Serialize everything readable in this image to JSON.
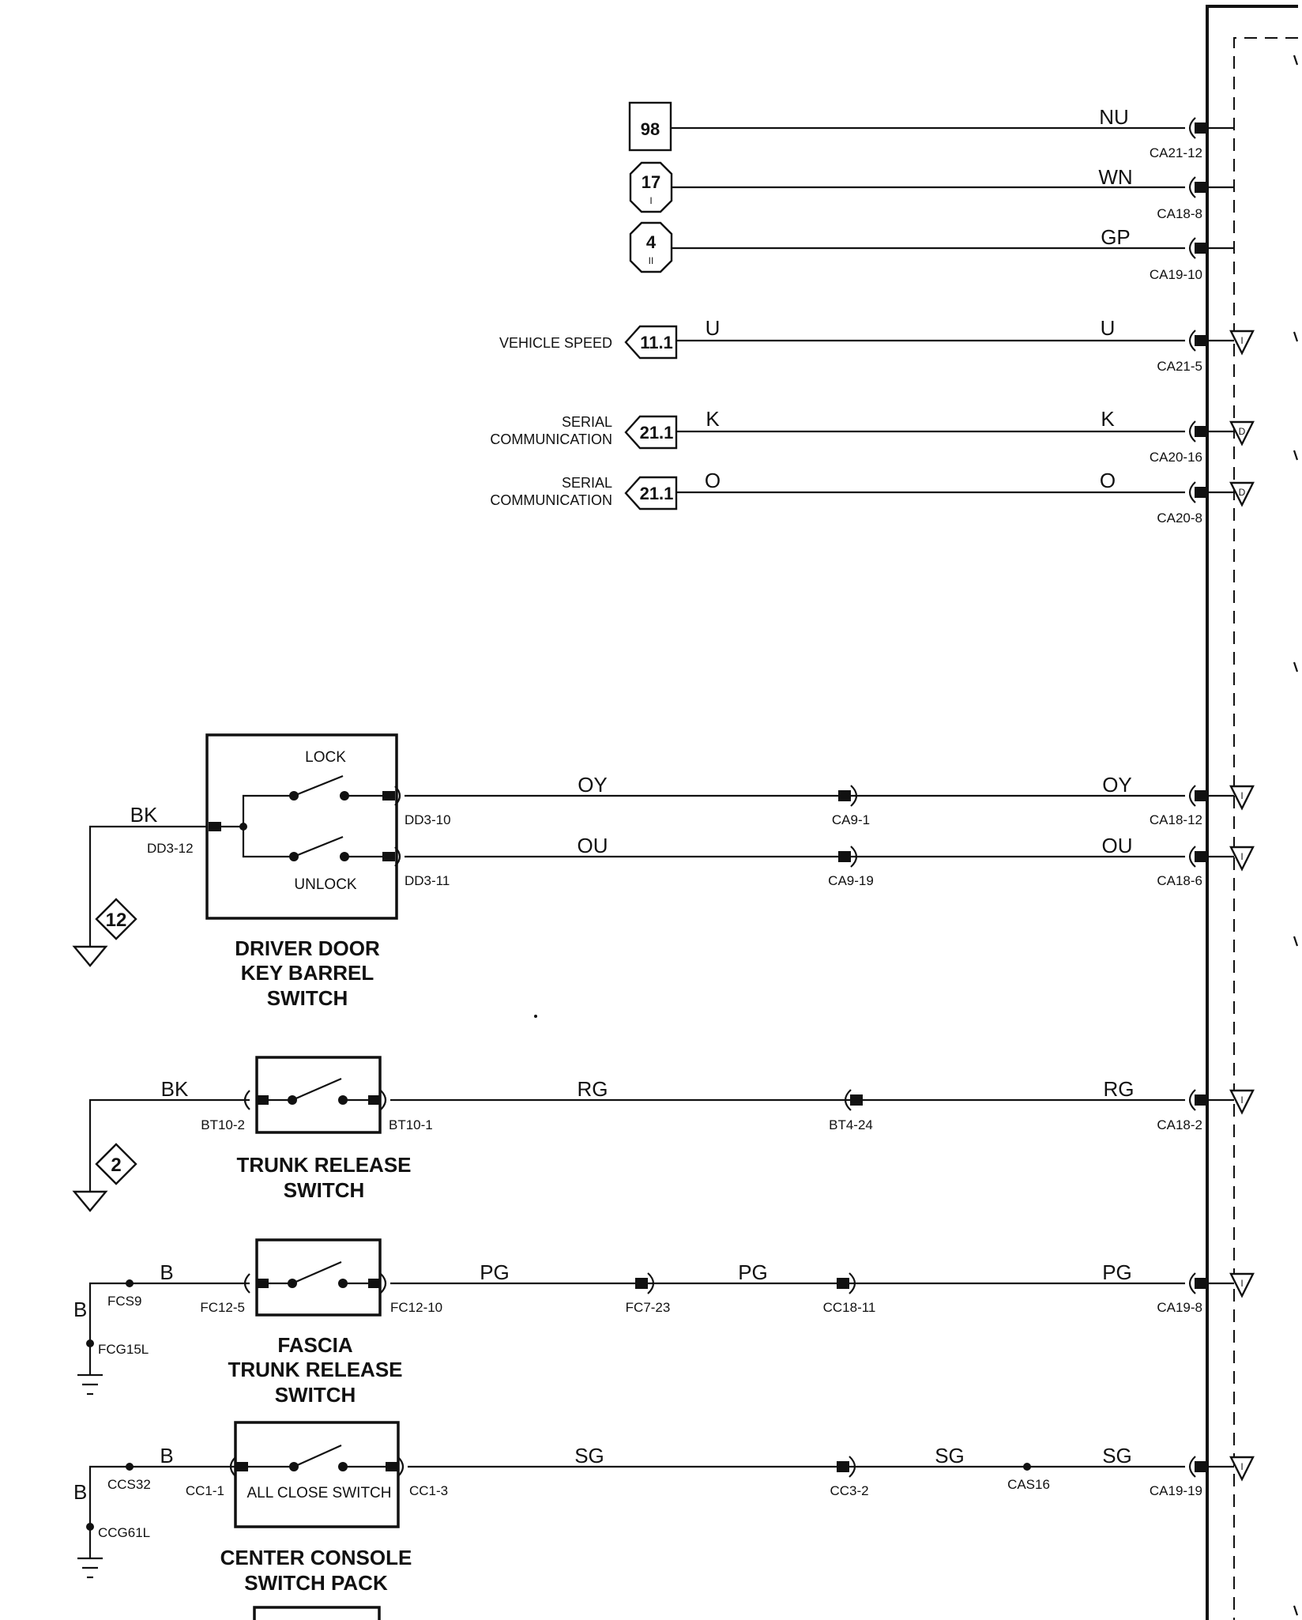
{
  "references": [
    {
      "id": "ref-98",
      "shape": "square",
      "label": "98",
      "sub": ""
    },
    {
      "id": "ref-17",
      "shape": "octagon",
      "label": "17",
      "sub": "I"
    },
    {
      "id": "ref-4",
      "shape": "octagon",
      "label": "4",
      "sub": "II"
    },
    {
      "id": "ref-11-1",
      "shape": "arrow",
      "label": "11.1",
      "sub": ""
    },
    {
      "id": "ref-21-1-a",
      "shape": "arrow",
      "label": "21.1",
      "sub": ""
    },
    {
      "id": "ref-21-1-b",
      "shape": "arrow",
      "label": "21.1",
      "sub": ""
    }
  ],
  "signals": [
    {
      "lines": [
        "VEHICLE SPEED"
      ]
    },
    {
      "lines": [
        "SERIAL",
        "COMMUNICATION"
      ]
    },
    {
      "lines": [
        "SERIAL",
        "COMMUNICATION"
      ]
    }
  ],
  "wire_labels": {
    "nu": "NU",
    "wn": "WN",
    "gp": "GP",
    "u_left": "U",
    "u_right": "U",
    "k_left": "K",
    "k_right": "K",
    "o_left": "O",
    "o_right": "O",
    "bk_driver": "BK",
    "oy_mid": "OY",
    "oy_right": "OY",
    "ou_mid": "OU",
    "ou_right": "OU",
    "bk_trunk": "BK",
    "rg_mid": "RG",
    "rg_right": "RG",
    "b_fascia": "B",
    "b_fascia_ground": "B",
    "pg_left": "PG",
    "pg_mid": "PG",
    "pg_right": "PG",
    "b_console": "B",
    "b_console_ground": "B",
    "sg_left": "SG",
    "sg_mid": "SG",
    "sg_right": "SG"
  },
  "connectors": {
    "ca21_12": "CA21-12",
    "ca18_8": "CA18-8",
    "ca19_10": "CA19-10",
    "ca21_5": "CA21-5",
    "ca20_16": "CA20-16",
    "ca20_8": "CA20-8",
    "dd3_12": "DD3-12",
    "dd3_10": "DD3-10",
    "dd3_11": "DD3-11",
    "ca9_1": "CA9-1",
    "ca9_19": "CA9-19",
    "ca18_12": "CA18-12",
    "ca18_6": "CA18-6",
    "bt10_2": "BT10-2",
    "bt10_1": "BT10-1",
    "bt4_24": "BT4-24",
    "ca18_2": "CA18-2",
    "fcs9": "FCS9",
    "fc12_5": "FC12-5",
    "fc12_10": "FC12-10",
    "fc7_23": "FC7-23",
    "cc18_11": "CC18-11",
    "ca19_8": "CA19-8",
    "fcg15l": "FCG15L",
    "ccs32": "CCS32",
    "cc1_1": "CC1-1",
    "cc1_3": "CC1-3",
    "cc3_2": "CC3-2",
    "cas16": "CAS16",
    "ca19_19": "CA19-19",
    "ccg61l": "CCG61L"
  },
  "switch_labels": {
    "lock": "LOCK",
    "unlock": "UNLOCK",
    "all_close": "ALL CLOSE SWITCH"
  },
  "ground_refs": {
    "g12": "12",
    "g2": "2"
  },
  "titles": {
    "driver_door": [
      "DRIVER DOOR",
      "KEY BARREL",
      "SWITCH"
    ],
    "trunk_release": [
      "TRUNK RELEASE",
      "SWITCH"
    ],
    "fascia": [
      "FASCIA",
      "TRUNK RELEASE",
      "SWITCH"
    ],
    "center_console": [
      "CENTER CONSOLE",
      "SWITCH PACK"
    ]
  },
  "module_marks": [
    "I",
    "D",
    "D",
    "I",
    "I",
    "I",
    "I",
    "I"
  ]
}
